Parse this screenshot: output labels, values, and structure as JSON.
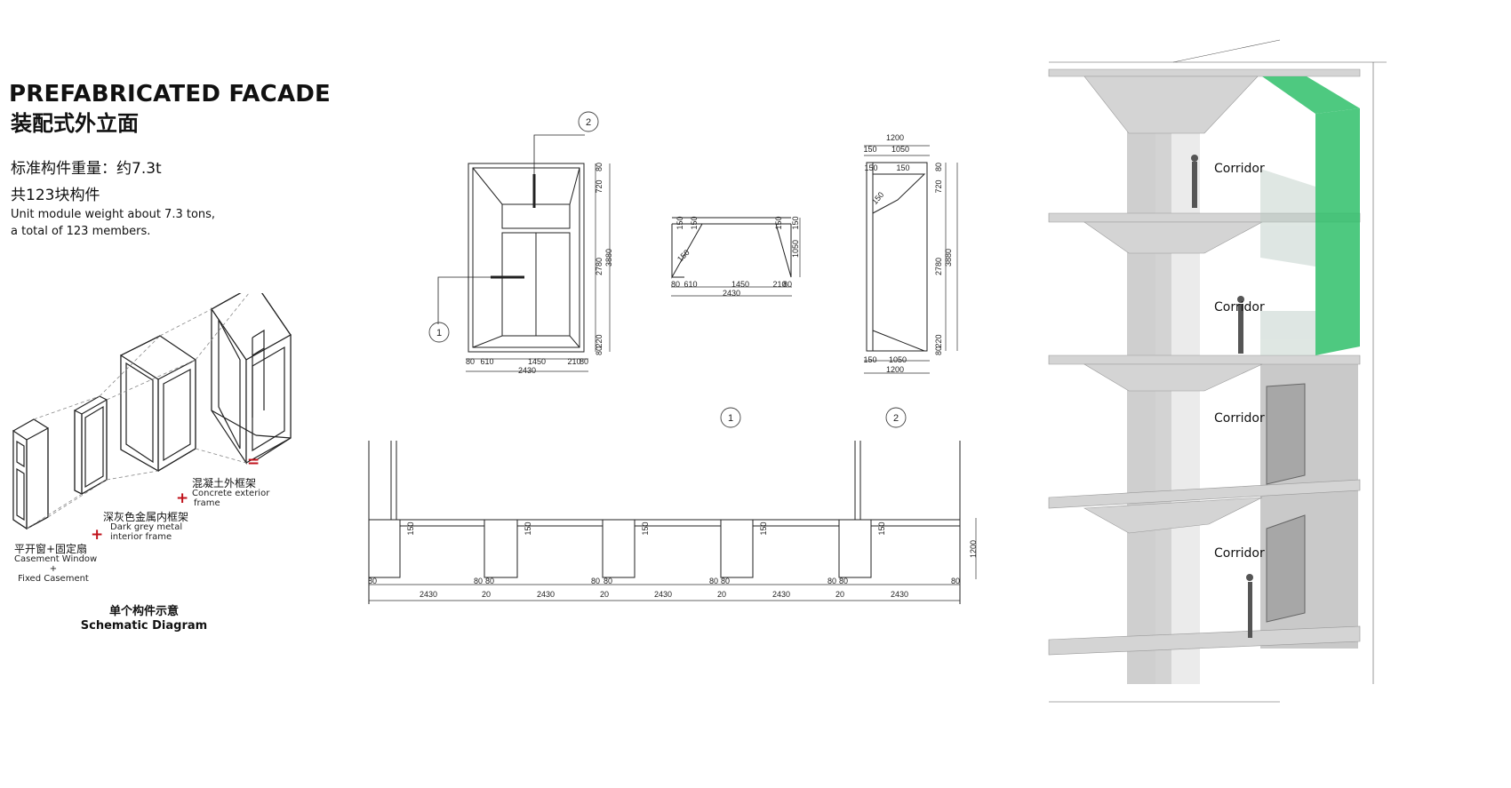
{
  "title_en": "PREFABRICATED FACADE",
  "title_cn": "装配式外立面",
  "weight_cn": "标准构件重量：约7.3t",
  "count_cn": "共123块构件",
  "weight_en_1": "Unit module weight about 7.3 tons,",
  "weight_en_2": "a total of 123 members.",
  "components": {
    "window_cn": "平开窗+固定扇",
    "window_en_1": "Casement Window",
    "window_en_2": "+",
    "window_en_3": "Fixed Casement",
    "metal_cn": "深灰色金属内框架",
    "metal_en_1": "Dark grey metal",
    "metal_en_2": "interior frame",
    "concrete_cn": "混凝土外框架",
    "concrete_en_1": "Concrete exterior",
    "concrete_en_2": "frame",
    "plus": "+",
    "equals": "="
  },
  "schematic_cn": "单个构件示意",
  "schematic_en": "Schematic Diagram",
  "markers": {
    "one": "1",
    "two": "2"
  },
  "dims": {
    "elev_bottom": [
      "80",
      "610",
      "1450",
      "210",
      "80"
    ],
    "elev_total": "2430",
    "elev_right": [
      "80",
      "720",
      "2780",
      "220",
      "80"
    ],
    "elev_total_h": "3880",
    "plan_top": [
      "150",
      "150",
      "150",
      "150"
    ],
    "plan_corner": "150",
    "plan_depth": "1050",
    "plan_bottom": [
      "80",
      "610",
      "1450",
      "210",
      "80"
    ],
    "plan_total": "2430",
    "sec_top": [
      "1200",
      "150",
      "1050"
    ],
    "sec_right": [
      "80",
      "720",
      "2780",
      "220",
      "80"
    ],
    "sec_total_h": "3880",
    "sec_bottom": [
      "150",
      "1050",
      "1200"
    ],
    "sec_diag": "150",
    "strip_top": [
      "150",
      "150",
      "150",
      "150",
      "150"
    ],
    "strip_height": "1200",
    "strip_joints": [
      "80",
      "80",
      "80",
      "80",
      "80",
      "80",
      "80",
      "80",
      "80",
      "80"
    ],
    "strip_spans": [
      "2430",
      "2430",
      "2430",
      "2430",
      "2430"
    ],
    "strip_gaps": [
      "20",
      "20",
      "20",
      "20"
    ]
  },
  "corridor_label": "Corridor",
  "colors": {
    "accent_red": "#c0121b",
    "green_panel": "#2fbf6a",
    "concrete": "#c9c9c9"
  }
}
